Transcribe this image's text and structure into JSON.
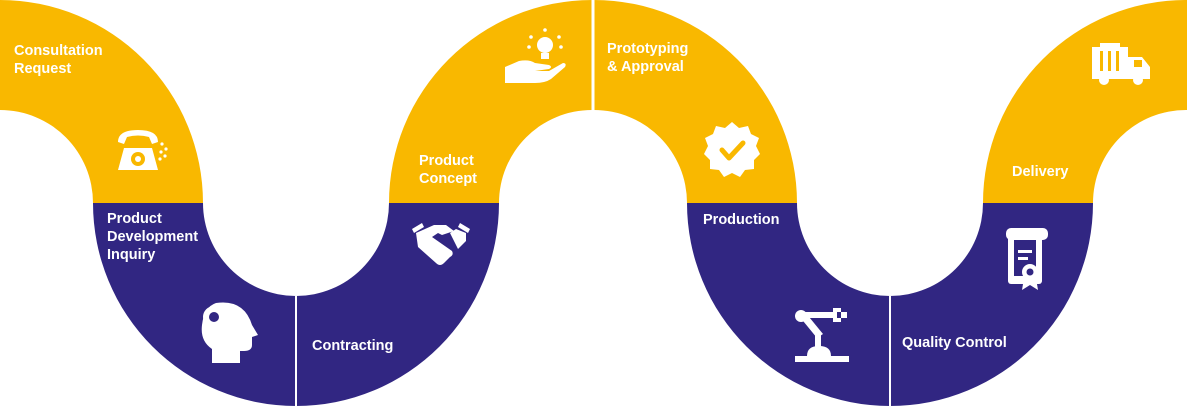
{
  "colors": {
    "yellow": "#F9B800",
    "purple": "#312682",
    "separator": "#ffffff",
    "text": "#ffffff"
  },
  "steps": [
    {
      "lines": [
        "Consultation",
        "Request"
      ],
      "color": "yellow",
      "icon": "telephone-icon"
    },
    {
      "lines": [
        "Product",
        "Development",
        "Inquiry"
      ],
      "color": "purple",
      "icon": "head-gear-icon"
    },
    {
      "lines": [
        "Contracting"
      ],
      "color": "purple",
      "icon": "handshake-icon"
    },
    {
      "lines": [
        "Product",
        "Concept"
      ],
      "color": "yellow",
      "icon": "lightbulb-hand-icon"
    },
    {
      "lines": [
        "Prototyping",
        "& Approval"
      ],
      "color": "yellow",
      "icon": "approval-badge-icon"
    },
    {
      "lines": [
        "Production"
      ],
      "color": "purple",
      "icon": "robot-arm-icon"
    },
    {
      "lines": [
        "Quality Control"
      ],
      "color": "purple",
      "icon": "certificate-icon"
    },
    {
      "lines": [
        "Delivery"
      ],
      "color": "yellow",
      "icon": "delivery-truck-icon"
    }
  ]
}
